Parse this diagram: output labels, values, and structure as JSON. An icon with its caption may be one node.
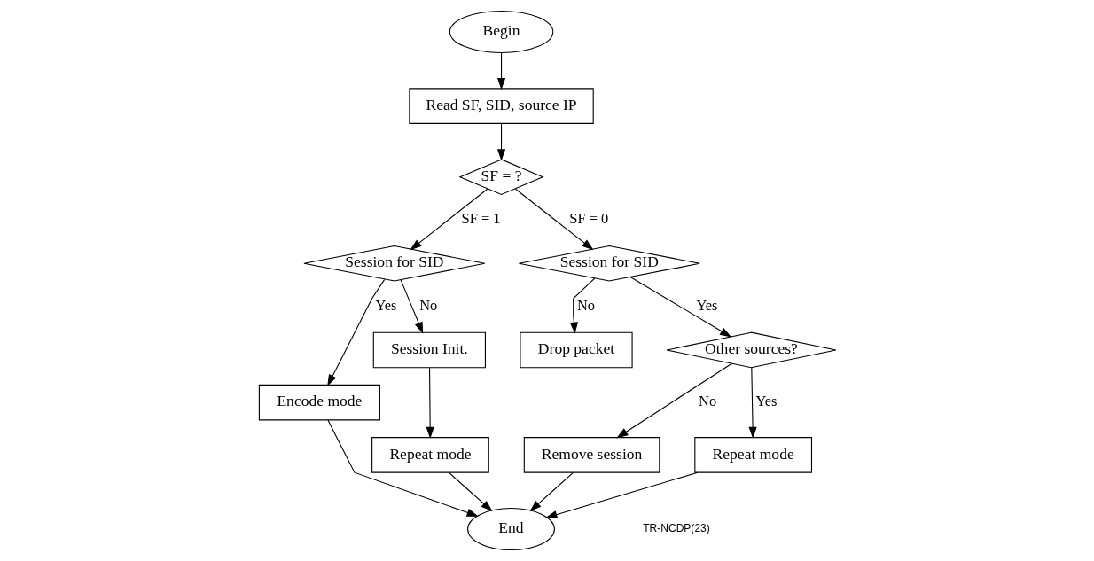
{
  "diagram": {
    "nodes": [
      {
        "text": [
          "Begin"
        ]
      },
      {
        "text": [
          "Read SF, SID, source IP"
        ]
      },
      {
        "text": [
          "SF = ?"
        ]
      },
      {
        "text": [
          "Session for SID"
        ]
      },
      {
        "text": [
          "Session for SID"
        ]
      },
      {
        "text": [
          "Encode mode"
        ]
      },
      {
        "text": [
          "Session Init."
        ]
      },
      {
        "text": [
          "Drop packet"
        ]
      },
      {
        "text": [
          "Other sources?"
        ]
      },
      {
        "text": [
          "Repeat mode"
        ]
      },
      {
        "text": [
          "Remove session"
        ]
      },
      {
        "text": [
          "Repeat mode"
        ]
      },
      {
        "text": [
          "End"
        ]
      }
    ],
    "edges": [
      {
        "from": 0,
        "to": 1,
        "arrow": "to"
      },
      {
        "from": 1,
        "to": 2,
        "arrow": "to"
      },
      {
        "from": 2,
        "to": 3,
        "arrow": "to",
        "label": "SF = 1"
      },
      {
        "from": 2,
        "to": 4,
        "arrow": "to",
        "label": "SF = 0"
      },
      {
        "from": 3,
        "to": 5,
        "arrow": "to",
        "label": "Yes"
      },
      {
        "from": 3,
        "to": 6,
        "arrow": "to",
        "label": "No"
      },
      {
        "from": 4,
        "to": 7,
        "arrow": "to",
        "label": "No"
      },
      {
        "from": 4,
        "to": 8,
        "arrow": "to",
        "label": "Yes"
      },
      {
        "from": 6,
        "to": 9,
        "arrow": "to"
      },
      {
        "from": 8,
        "to": 10,
        "arrow": "to",
        "label": "No"
      },
      {
        "from": 8,
        "to": 11,
        "arrow": "to",
        "label": "Yes"
      },
      {
        "from": 5,
        "to": 12,
        "arrow": "to"
      },
      {
        "from": 9,
        "to": 12,
        "arrow": "to"
      },
      {
        "from": 10,
        "to": 12,
        "arrow": "to"
      },
      {
        "from": 11,
        "to": 12,
        "arrow": "to"
      }
    ],
    "labels": [
      "TR-NCDP(23)"
    ]
  }
}
